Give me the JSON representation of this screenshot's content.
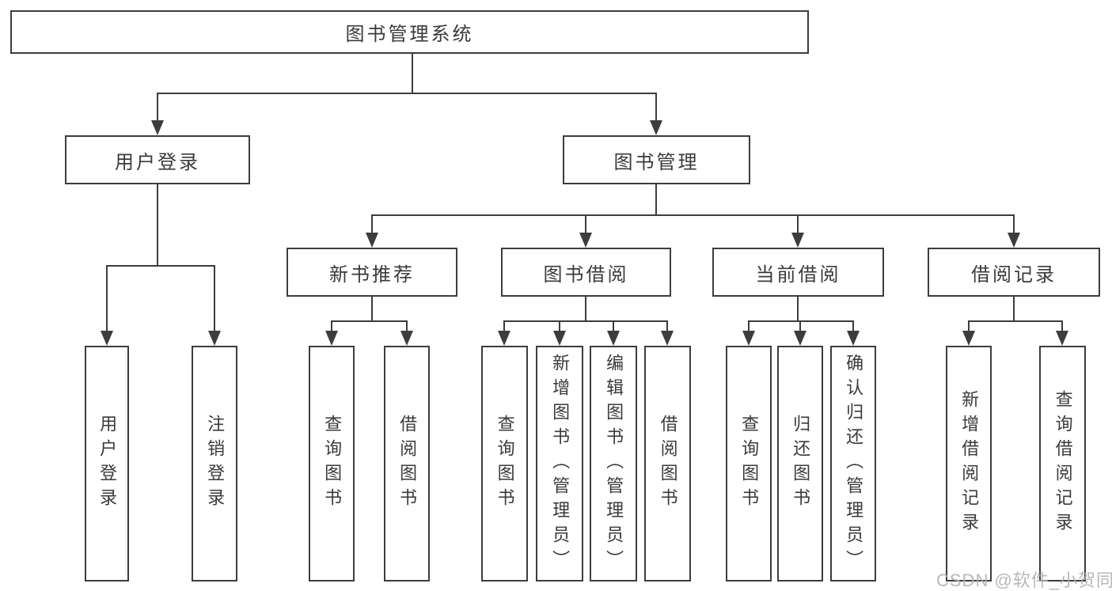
{
  "colors": {
    "line": "#3d3d3d",
    "text": "#3a3a3a",
    "background": "#ffffff",
    "watermark": "#b2b2b2"
  },
  "tree": {
    "root": {
      "label": "图书管理系统"
    },
    "userLogin": {
      "label": "用户登录",
      "children": [
        {
          "label": "用户登录"
        },
        {
          "label": "注销登录"
        }
      ]
    },
    "bookManagement": {
      "label": "图书管理",
      "sections": [
        {
          "label": "新书推荐",
          "children": [
            {
              "label": "查询图书"
            },
            {
              "label": "借阅图书"
            }
          ]
        },
        {
          "label": "图书借阅",
          "children": [
            {
              "label": "查询图书"
            },
            {
              "label": "新增图书（管理员）"
            },
            {
              "label": "编辑图书（管理员）"
            },
            {
              "label": "借阅图书"
            }
          ]
        },
        {
          "label": "当前借阅",
          "children": [
            {
              "label": "查询图书"
            },
            {
              "label": "归还图书"
            },
            {
              "label": "确认归还（管理员）"
            }
          ]
        },
        {
          "label": "借阅记录",
          "children": [
            {
              "label": "新增借阅记录"
            },
            {
              "label": "查询借阅记录"
            }
          ]
        }
      ]
    }
  },
  "watermark": {
    "text": "CSDN @软件_小贺同学"
  }
}
